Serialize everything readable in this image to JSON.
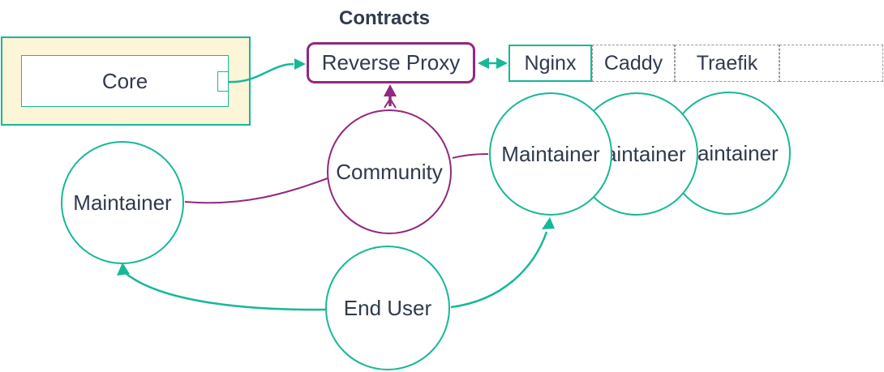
{
  "diagram": {
    "title": "Contracts",
    "colors": {
      "teal": "#17b897",
      "purple": "#93287e",
      "text": "#2f3b4c",
      "core_fill": "#fcf5d7",
      "dashed_border": "#999999"
    },
    "nodes": {
      "core_group": {
        "label": "Core"
      },
      "reverse_proxy": {
        "label": "Reverse Proxy"
      },
      "implementations": [
        {
          "label": "Nginx",
          "border": "solid-teal"
        },
        {
          "label": "Caddy",
          "border": "dashed-gray"
        },
        {
          "label": "Traefik",
          "border": "dashed-gray"
        },
        {
          "label": "",
          "border": "dashed-gray"
        }
      ],
      "maintainer_left": {
        "label": "Maintainer"
      },
      "community": {
        "label": "Community"
      },
      "maintainers_right": [
        {
          "label": "Maintainer"
        },
        {
          "label": "Maintainer"
        },
        {
          "label": "Maintainer"
        }
      ],
      "end_user": {
        "label": "End User"
      }
    },
    "edges": [
      {
        "from": "core",
        "to": "reverse-proxy",
        "color": "teal",
        "arrows": "end"
      },
      {
        "from": "reverse-proxy",
        "to": "nginx",
        "color": "teal",
        "arrows": "both"
      },
      {
        "from": "community",
        "to": "reverse-proxy",
        "color": "purple",
        "arrows": "end"
      },
      {
        "from": "maintainer-left",
        "to": "community",
        "color": "purple",
        "arrows": "none"
      },
      {
        "from": "community",
        "to": "maintainer-right-front",
        "color": "purple",
        "arrows": "none"
      },
      {
        "from": "end-user",
        "to": "maintainer-left",
        "color": "teal",
        "arrows": "end"
      },
      {
        "from": "end-user",
        "to": "maintainer-right-front",
        "color": "teal",
        "arrows": "end"
      }
    ]
  }
}
